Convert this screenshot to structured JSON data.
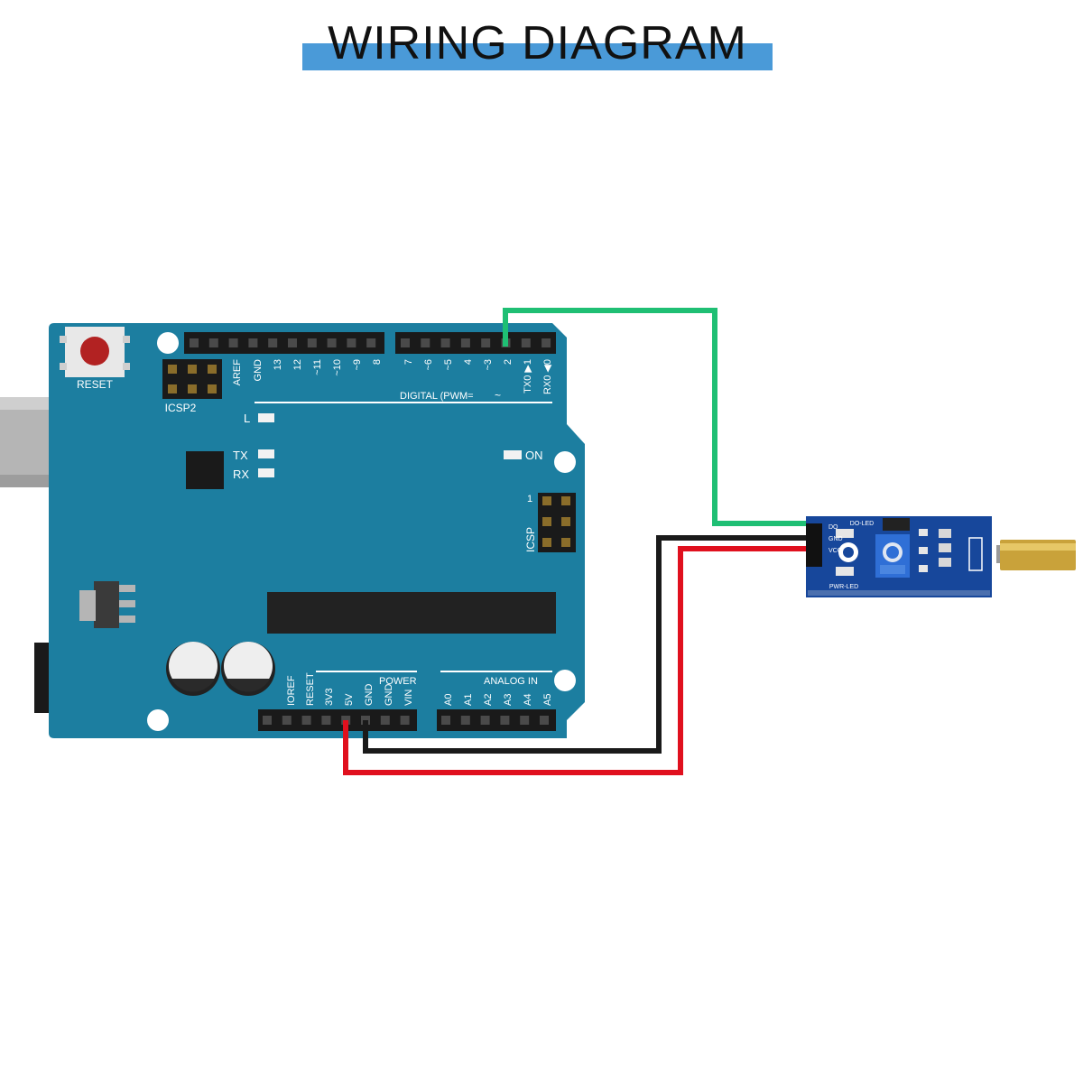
{
  "title": "WIRING DIAGRAM",
  "board": {
    "reset_label": "RESET",
    "icsp2_label": "ICSP2",
    "icsp_label": "ICSP",
    "icsp_pin1": "1",
    "digital_label": "DIGITAL (PWM=",
    "pwm_tilde": "~",
    "led_l": "L",
    "led_tx": "TX",
    "led_rx": "RX",
    "led_on": "ON",
    "power_label": "POWER",
    "analog_label": "ANALOG IN",
    "digital_pins": [
      "AREF",
      "GND",
      "13",
      "12",
      "~11",
      "~10",
      "~9",
      "8",
      "7",
      "~6",
      "~5",
      "4",
      "~3",
      "2",
      "TX0 ▶1",
      "RX0 ◀0"
    ],
    "power_pins": [
      "IOREF",
      "RESET",
      "3V3",
      "5V",
      "GND",
      "GND",
      "VIN"
    ],
    "analog_pins": [
      "A0",
      "A1",
      "A2",
      "A3",
      "A4",
      "A5"
    ]
  },
  "module": {
    "pin_labels": [
      "DO",
      "GND",
      "VCC"
    ],
    "label_do_led": "DO-LED",
    "label_pwr_led": "PWR-LED"
  },
  "wires": [
    {
      "from": "2",
      "to": "DO",
      "color": "#1fbf74"
    },
    {
      "from": "GND",
      "to": "GND",
      "color": "#1a1a1a"
    },
    {
      "from": "5V",
      "to": "VCC",
      "color": "#e0101e"
    }
  ],
  "colors": {
    "title_bar": "#4a9ad8",
    "board": "#1c7ea0",
    "module": "#17479b"
  }
}
